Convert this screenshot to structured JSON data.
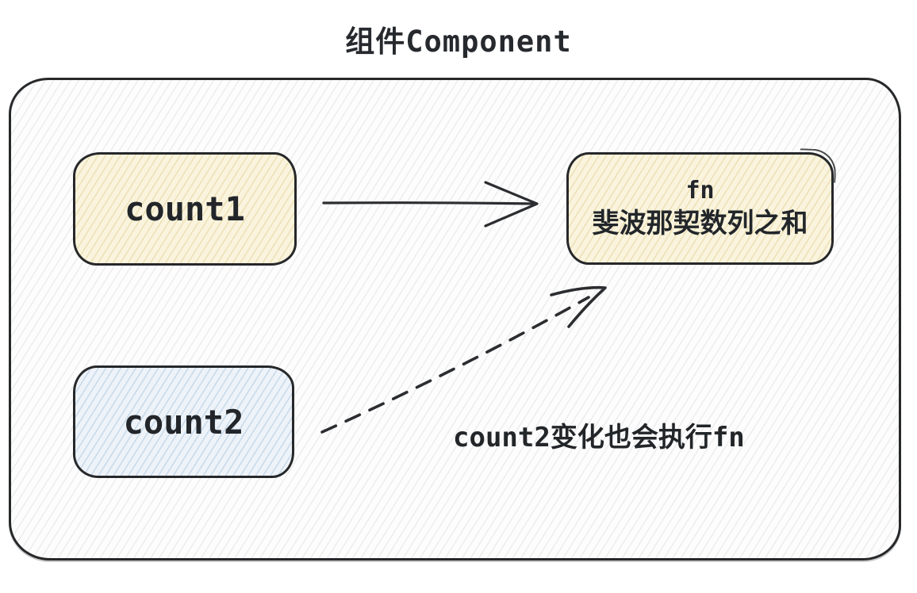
{
  "title": "组件Component",
  "nodes": {
    "count1": {
      "label": "count1",
      "fill": "#faf4de"
    },
    "count2": {
      "label": "count2",
      "fill": "#edf3f9"
    },
    "fn": {
      "line1": "fn",
      "line2": "斐波那契数列之和",
      "fill": "#faf4de"
    }
  },
  "annotation": {
    "text": "count2变化也会执行fn"
  },
  "edges": [
    {
      "from": "count1",
      "to": "fn",
      "style": "solid"
    },
    {
      "from": "count2",
      "to": "fn",
      "style": "dashed"
    }
  ],
  "colors": {
    "stroke": "#26282a",
    "text": "#24272b",
    "container_fill": "#fdfdfd",
    "cream_fill": "#faf4de",
    "blue_fill": "#edf3f9"
  }
}
